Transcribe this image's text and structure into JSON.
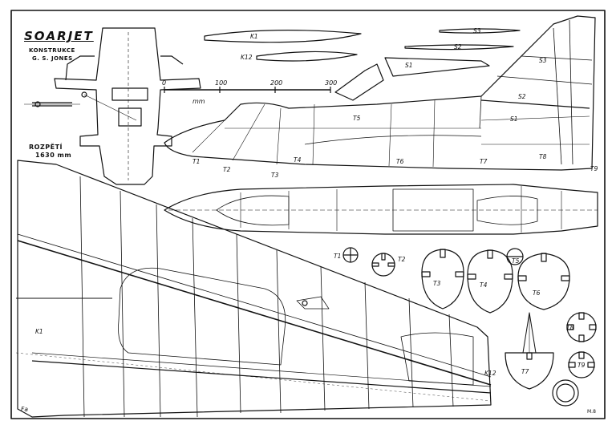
{
  "title": "SOARJET",
  "designer": {
    "line1": "KONSTRUKCE",
    "line2": "G. S. JONES"
  },
  "span": {
    "label": "ROZPĚTÍ",
    "value": "1630 mm"
  },
  "scale": {
    "ticks": [
      "0",
      "100",
      "200",
      "300"
    ],
    "unit": "mm"
  },
  "parts": {
    "K1": "K1",
    "K12": "K12",
    "S1": "S1",
    "S2": "S2",
    "S3": "S3",
    "T1": "T1",
    "T2": "T2",
    "T3": "T3",
    "T4": "T4",
    "T5": "T5",
    "T6": "T6",
    "T7": "T7",
    "T8": "T8",
    "T9": "T9"
  },
  "corner_mark": "Fa",
  "sheet_mark": "M.8",
  "colors": {
    "ink": "#111111",
    "paper": "#ffffff"
  }
}
